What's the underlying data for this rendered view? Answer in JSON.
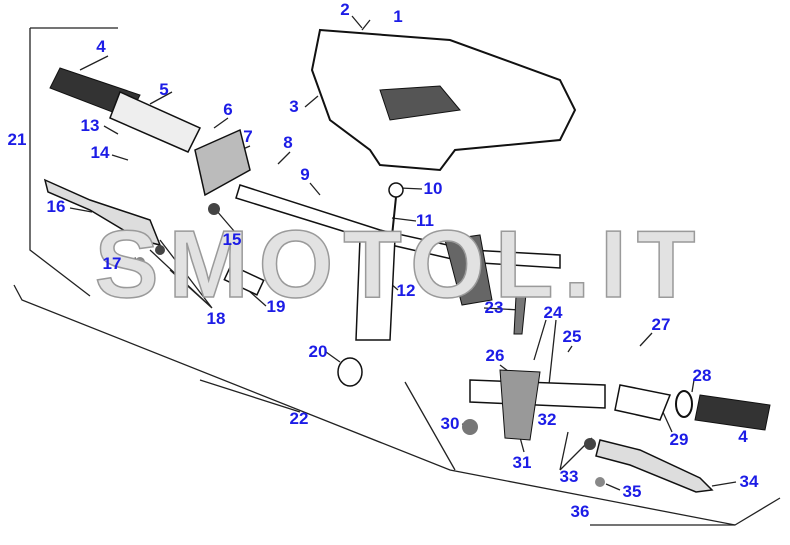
{
  "watermark": "SMOTOL.IT",
  "colors": {
    "label": "#1c1ce6",
    "line": "#222222"
  },
  "labels": [
    "1",
    "2",
    "3",
    "4",
    "5",
    "6",
    "7",
    "8",
    "9",
    "10",
    "11",
    "12",
    "13",
    "14",
    "15",
    "16",
    "17",
    "18",
    "19",
    "20",
    "21",
    "22",
    "23",
    "24",
    "25",
    "26",
    "27",
    "28",
    "29",
    "30",
    "31",
    "32",
    "33",
    "34",
    "35",
    "36",
    "4"
  ]
}
